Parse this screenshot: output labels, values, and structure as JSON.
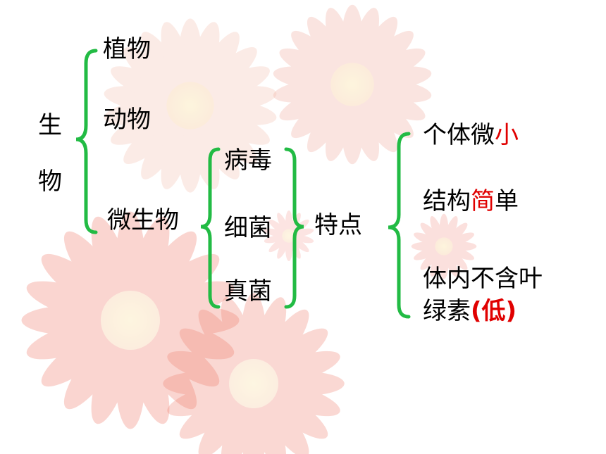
{
  "root": {
    "char1": "生",
    "char2": "物"
  },
  "level1": {
    "plants": "植物",
    "animals": "动物",
    "microbes": "微生物"
  },
  "microbes": {
    "virus": "病毒",
    "bacteria": "细菌",
    "fungi": "真菌"
  },
  "features_label": "特点",
  "features": {
    "f1_main": "个体微",
    "f1_red": "小",
    "f2_a": "结构",
    "f2_red": "简",
    "f2_b": "单",
    "f3_line1": "体内不含叶",
    "f3_line2_a": "绿素",
    "f3_line2_red": "(低)"
  },
  "colors": {
    "brace": "#22bb44",
    "highlight": "#e00000",
    "flower": "#f08070"
  }
}
